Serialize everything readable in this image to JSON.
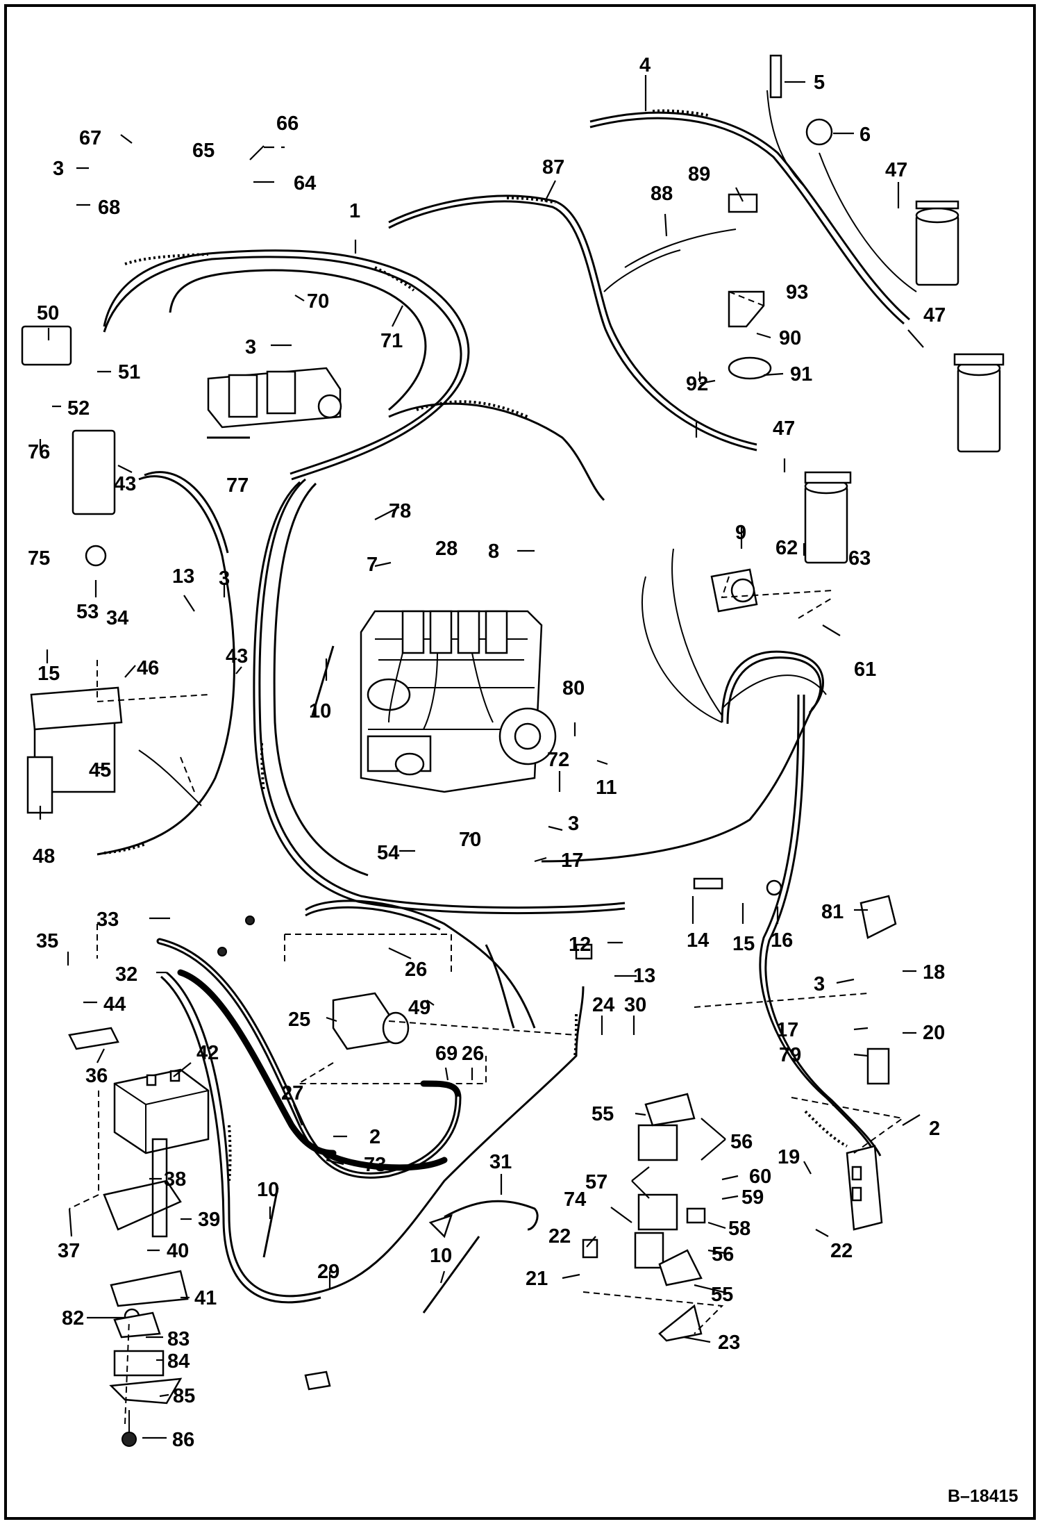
{
  "figure_id": "B–18415",
  "callouts": {
    "c4": "4",
    "c5": "5",
    "c6": "6",
    "c67": "67",
    "c66": "66",
    "c65": "65",
    "c64": "64",
    "c3a": "3",
    "c68": "68",
    "c87": "87",
    "c89": "89",
    "c47a": "47",
    "c1": "1",
    "c88": "88",
    "c50": "50",
    "c70a": "70",
    "c93": "93",
    "c47b": "47",
    "c51": "51",
    "c3b": "3",
    "c71": "71",
    "c90": "90",
    "c52": "52",
    "c92": "92",
    "c91": "91",
    "c76": "76",
    "c43a": "43",
    "c77": "77",
    "c47c": "47",
    "c78": "78",
    "c75": "75",
    "c9": "9",
    "c28": "28",
    "c8": "8",
    "c62": "62",
    "c63": "63",
    "c53": "53",
    "c7": "7",
    "c13a": "13",
    "c3c": "3",
    "c34": "34",
    "c61": "61",
    "c15a": "15",
    "c46": "46",
    "c43b": "43",
    "c10a": "10",
    "c80": "80",
    "c45": "45",
    "c72": "72",
    "c11": "11",
    "c48": "48",
    "c3d": "3",
    "c54": "54",
    "c70b": "70",
    "c17a": "17",
    "c14": "14",
    "c15b": "15",
    "c16": "16",
    "c81": "81",
    "c33": "33",
    "c35": "35",
    "c12": "12",
    "c26a": "26",
    "c13b": "13",
    "c18": "18",
    "c32": "32",
    "c44": "44",
    "c49": "49",
    "c24": "24",
    "c30": "30",
    "c3e": "3",
    "c25": "25",
    "c17b": "17",
    "c20": "20",
    "c36": "36",
    "c42": "42",
    "c69": "69",
    "c26b": "26",
    "c79": "79",
    "c27": "27",
    "c55a": "55",
    "c56a": "56",
    "c2a": "2",
    "c2b": "2",
    "c73": "73",
    "c19": "19",
    "c38": "38",
    "c31": "31",
    "c57": "57",
    "c60": "60",
    "c10b": "10",
    "c74": "74",
    "c59": "59",
    "c39": "39",
    "c22a": "22",
    "c58": "58",
    "c22b": "22",
    "c37": "37",
    "c40": "40",
    "c29": "29",
    "c10c": "10",
    "c21": "21",
    "c56b": "56",
    "c41": "41",
    "c55b": "55",
    "c82": "82",
    "c83": "83",
    "c23": "23",
    "c84": "84",
    "c85": "85",
    "c86": "86"
  }
}
